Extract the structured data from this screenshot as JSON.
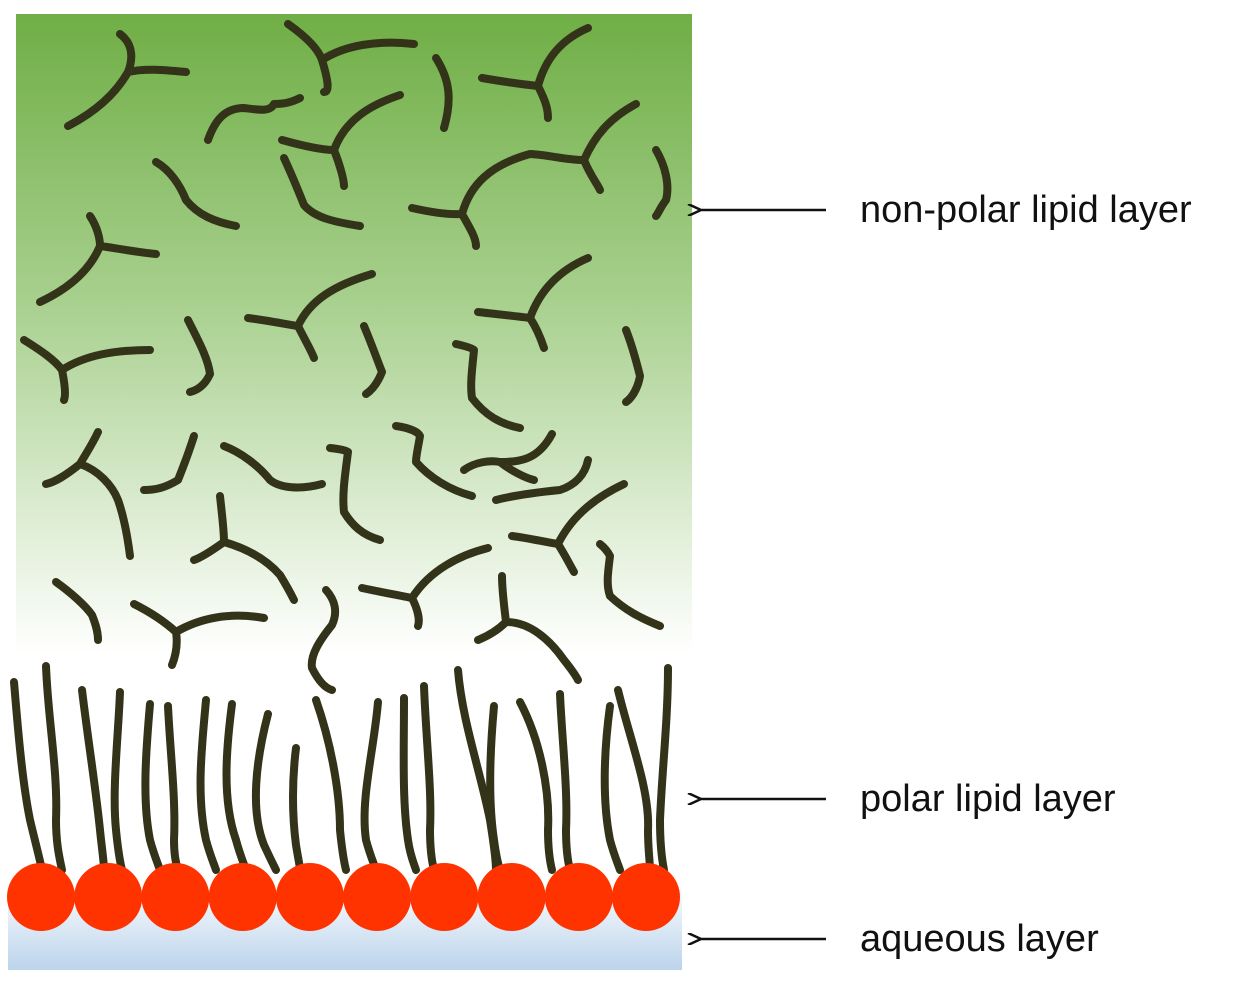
{
  "labels": {
    "non_polar": "non-polar lipid layer",
    "polar": "polar lipid layer",
    "aqueous": "aqueous layer"
  },
  "colors": {
    "non_polar_top": "#6fae45",
    "non_polar_bottom": "#ffffff",
    "lipid_chain": "#33331a",
    "polar_head": "#ff3300",
    "aqueous_top": "#ffffff",
    "aqueous_bottom": "#bcd4ec",
    "arrow": "#111111",
    "label_text": "#111111"
  },
  "counts": {
    "polar_heads": 10
  }
}
